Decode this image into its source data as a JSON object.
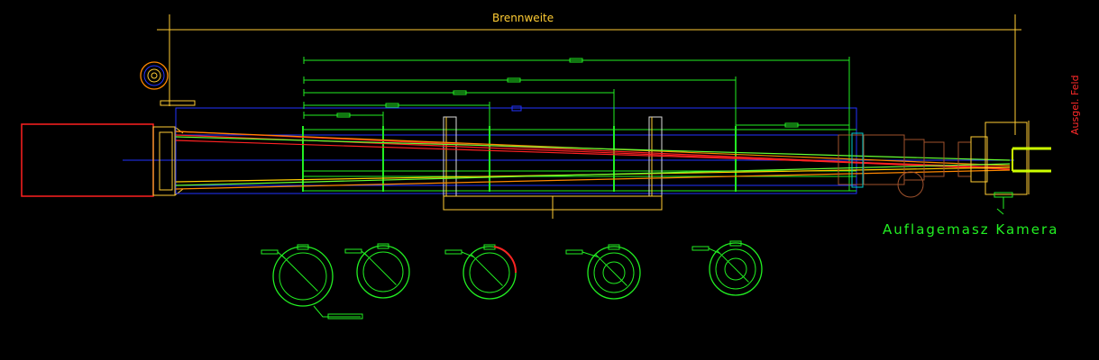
{
  "labels": {
    "focal_length": "Brennweite",
    "illuminated_field": "Ausgel. Feld",
    "camera_flange": "Auflagemasz Kamera"
  },
  "colors": {
    "background": "#000000",
    "dimension_yellow": "#ffcc33",
    "dimension_green": "#22ee22",
    "tube_blue": "#2233ff",
    "ray_red": "#ff2222",
    "ray_orange": "#ff8800",
    "dew_shield_red": "#ff2020",
    "focuser_brown": "#a0522d",
    "camera_mount": "#ccff00",
    "ray_yellow": "#ffcc00",
    "ray_green": "#66ff33"
  },
  "icons": {
    "baffle_section_icon": "circle-with-diagonal",
    "target_icon": "concentric-circles"
  }
}
